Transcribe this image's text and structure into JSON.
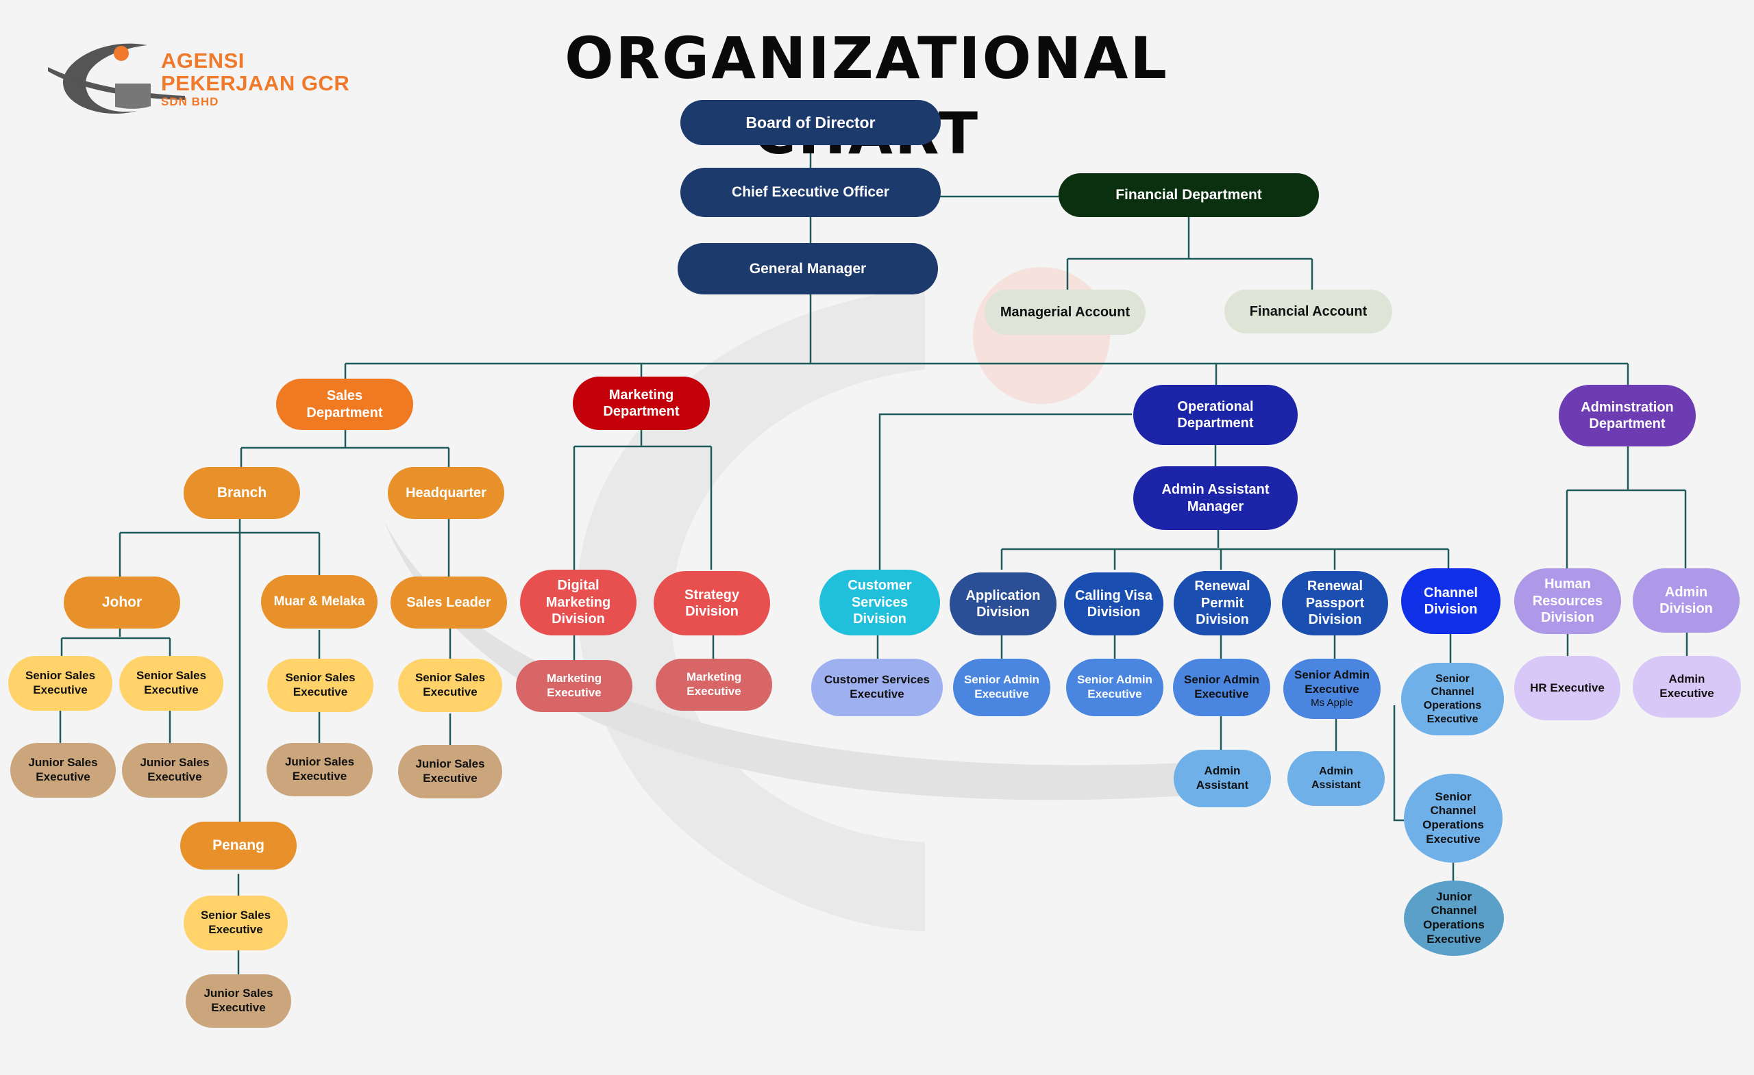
{
  "title": "ORGANIZATIONAL CHART",
  "logo": {
    "line1": "AGENSI",
    "line2": "PEKERJAAN GCR",
    "line3": "SDN BHD"
  },
  "colors": {
    "navy": "#1c3a6b",
    "darkgreen": "#0a3010",
    "sage": "#dfe5d6",
    "orange_dept": "#f07a22",
    "orange": "#e8912a",
    "yellow": "#ffd36a",
    "tan": "#cba67d",
    "red_dept": "#c4000a",
    "red": "#e85050",
    "red_light": "#d86666",
    "ops": "#1c24a8",
    "cyan": "#20c0dc",
    "blue_mid": "#2755a8",
    "blue_light": "#9fb0f0",
    "blue_bright": "#1030e8",
    "sky": "#70b0e8",
    "teal": "#5aa0c8",
    "purple_dept": "#6d3cb2",
    "lavender": "#ad99e8",
    "lavender_light": "#d8c8f8",
    "line": "#1f5b5b"
  },
  "nodes": {
    "board": "Board of Director",
    "ceo": "Chief Executive Officer",
    "gm": "General Manager",
    "fin_dept": "Financial Department",
    "managerial_acc": "Managerial Account",
    "financial_acc": "Financial Account",
    "sales_dept": [
      "Sales",
      "Department"
    ],
    "marketing_dept": [
      "Marketing",
      "Department"
    ],
    "ops_dept": [
      "Operational",
      "Department"
    ],
    "admin_dept": [
      "Adminstration",
      "Department"
    ],
    "branch": "Branch",
    "hq": "Headquarter",
    "johor": "Johor",
    "muar": "Muar & Melaka",
    "sales_leader": "Sales Leader",
    "penang": "Penang",
    "sse": [
      "Senior Sales",
      "Executive"
    ],
    "jse": [
      "Junior Sales",
      "Executive"
    ],
    "digital_mkt": [
      "Digital",
      "Marketing",
      "Division"
    ],
    "strategy": [
      "Strategy",
      "Division"
    ],
    "mkt_exec": [
      "Marketing",
      "Executive"
    ],
    "aam": [
      "Admin Assistant",
      "Manager"
    ],
    "cs_div": [
      "Customer",
      "Services",
      "Division"
    ],
    "app_div": [
      "Application",
      "Division"
    ],
    "visa_div": [
      "Calling Visa",
      "Division"
    ],
    "permit_div": [
      "Renewal",
      "Permit",
      "Division"
    ],
    "passport_div": [
      "Renewal",
      "Passport",
      "Division"
    ],
    "channel_div": [
      "Channel",
      "Division"
    ],
    "cs_exec": [
      "Customer Services",
      "Executive"
    ],
    "sae": [
      "Senior Admin",
      "Executive"
    ],
    "sae_note": "Ms Apple",
    "admin_asst": [
      "Admin",
      "Assistant"
    ],
    "scoe": [
      "Senior",
      "Channel",
      "Operations",
      "Executive"
    ],
    "jcoe": [
      "Junior",
      "Channel",
      "Operations",
      "Executive"
    ],
    "hr_div": [
      "Human",
      "Resources",
      "Division"
    ],
    "admin_div": [
      "Admin",
      "Division"
    ],
    "hr_exec": "HR Executive",
    "admin_exec": [
      "Admin",
      "Executive"
    ]
  }
}
